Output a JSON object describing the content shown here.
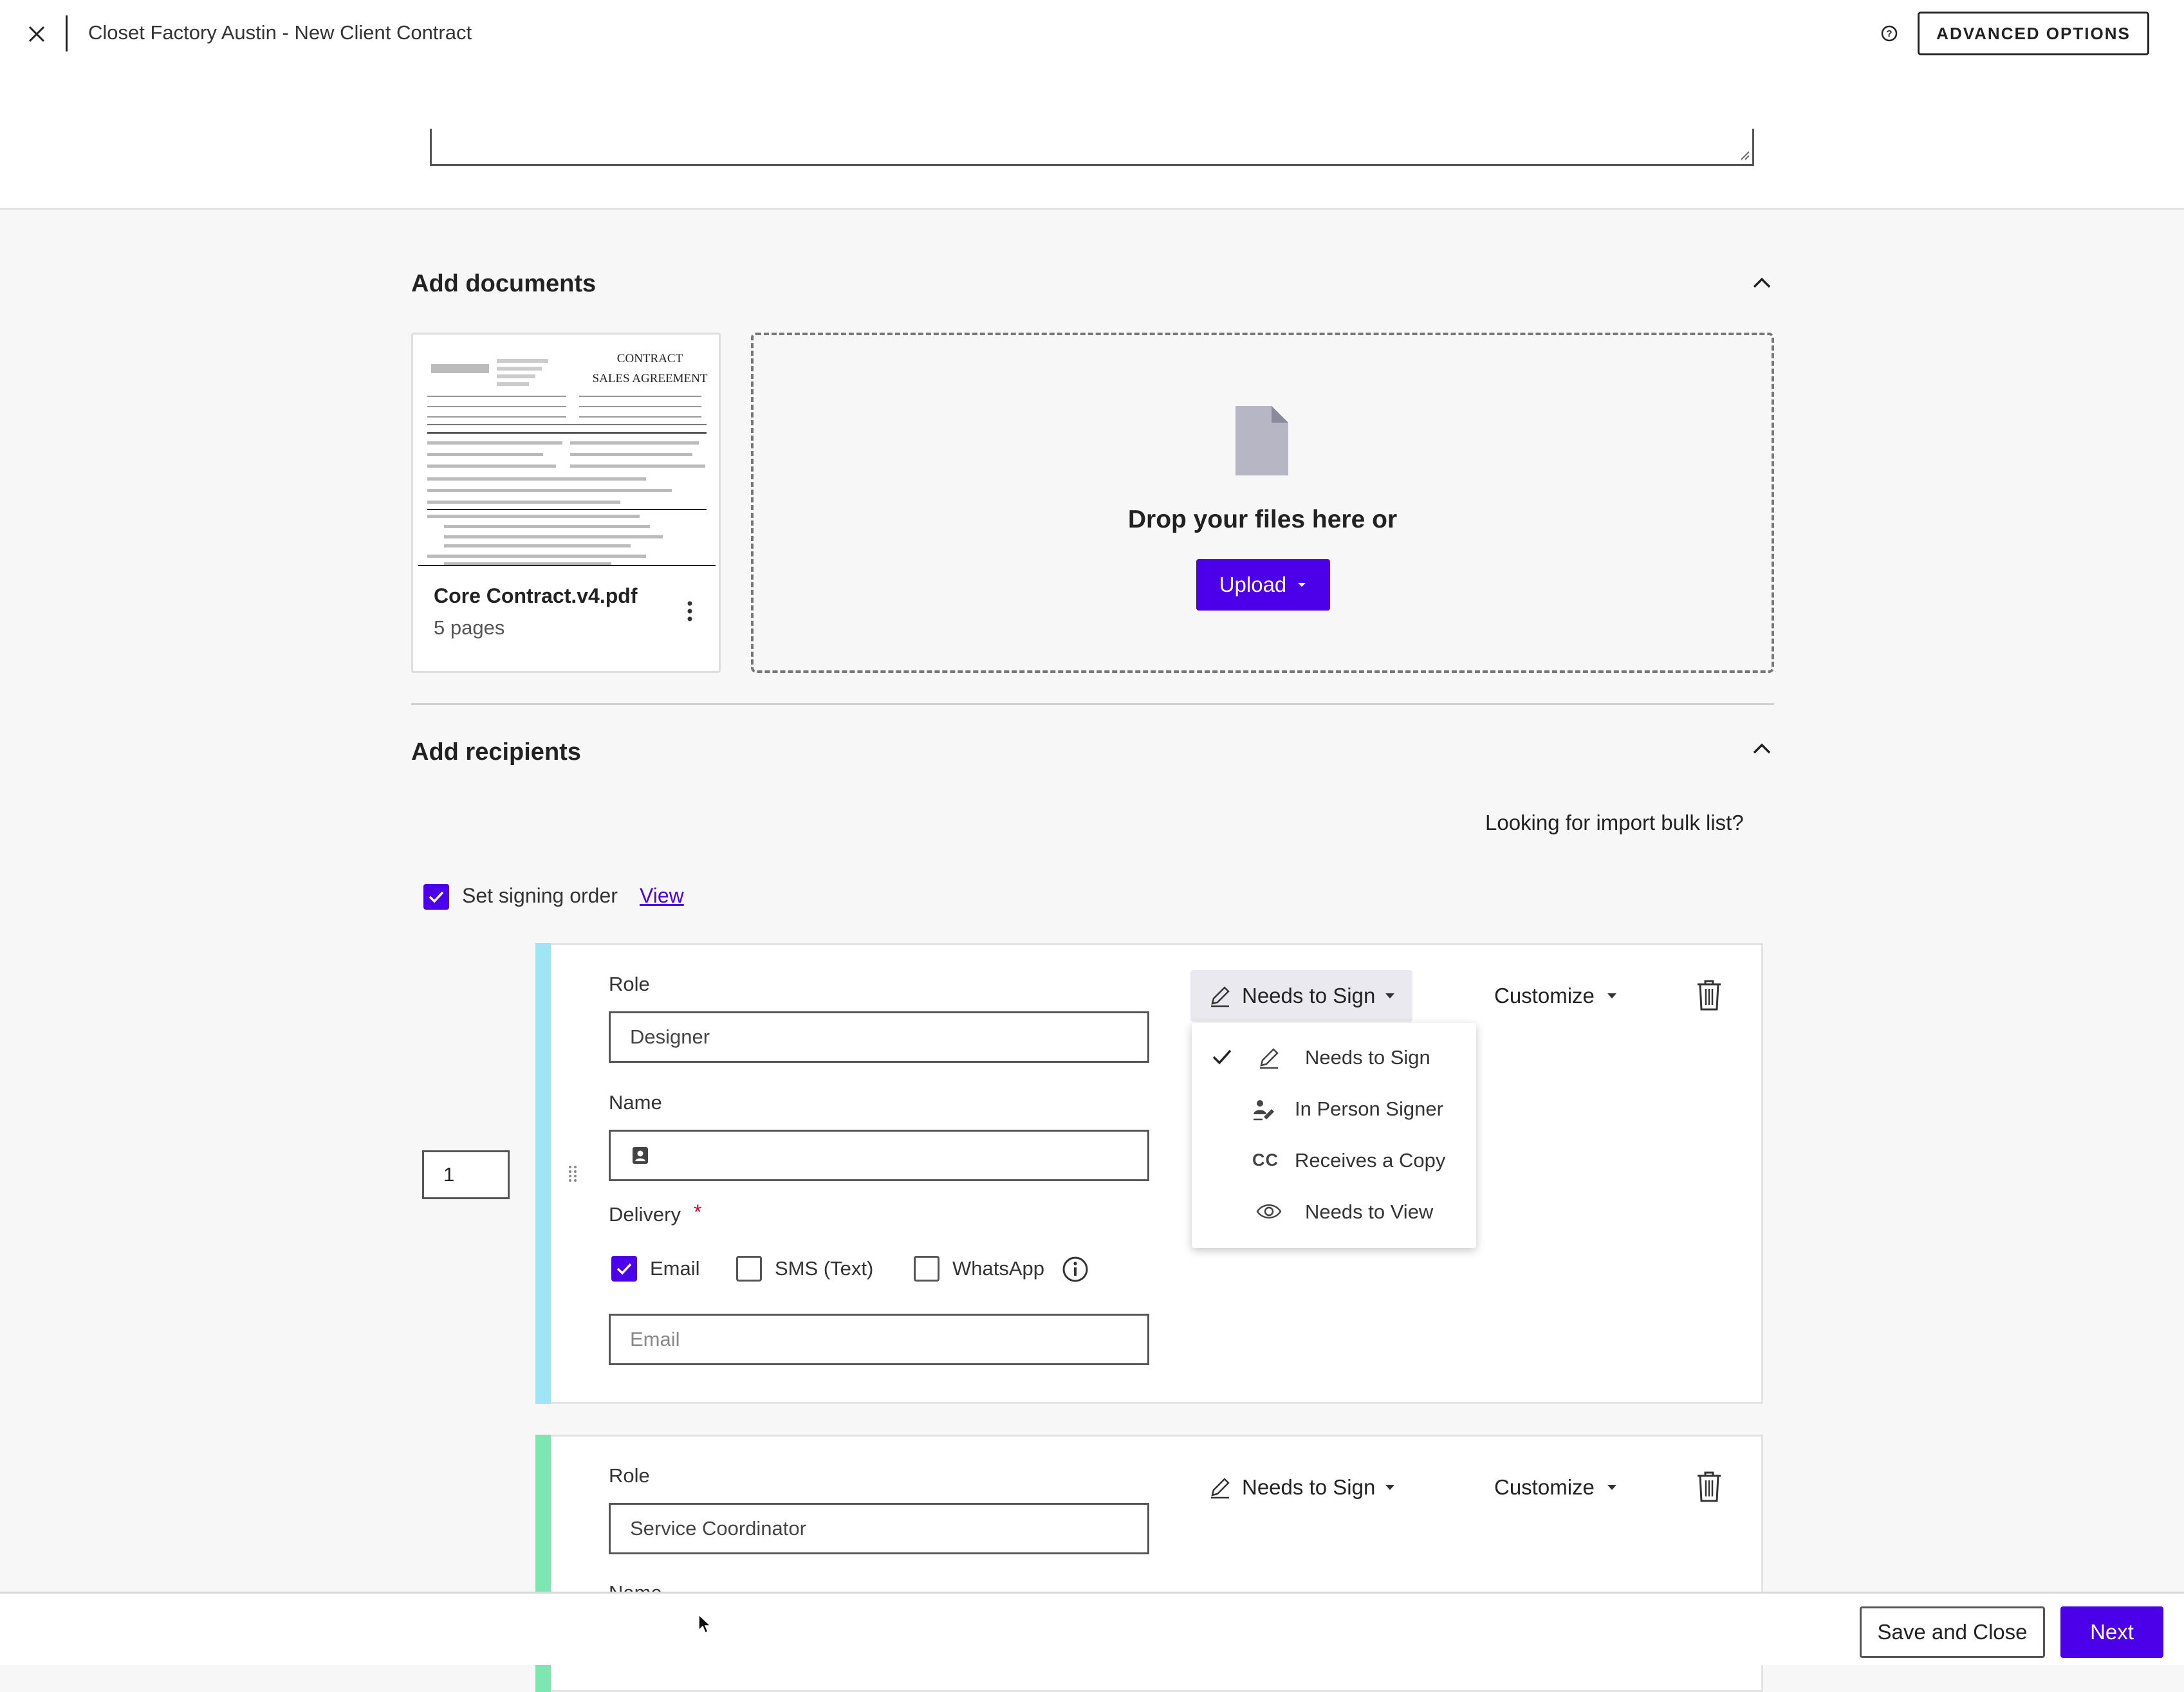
{
  "header": {
    "title": "Closet Factory Austin - New Client Contract",
    "advanced_options_label": "ADVANCED OPTIONS"
  },
  "documents_section": {
    "title": "Add documents",
    "document": {
      "name": "Core Contract.v4.pdf",
      "pages": "5 pages",
      "thumbnail_heading_line1": "CONTRACT",
      "thumbnail_heading_line2": "SALES AGREEMENT"
    },
    "dropzone_text": "Drop your files here or",
    "upload_label": "Upload"
  },
  "recipients_section": {
    "title": "Add recipients",
    "bulk_list_link": "Looking for import bulk list?",
    "signing_order_label": "Set signing order",
    "signing_order_checked": true,
    "view_link": "View",
    "order_value": "1",
    "recipients": [
      {
        "role_label": "Role",
        "role_value": "Designer",
        "name_label": "Name",
        "name_value": "",
        "action_label": "Needs to Sign",
        "customize_label": "Customize",
        "delivery_label": "Delivery",
        "delivery_required": "*",
        "delivery_options": [
          {
            "label": "Email",
            "checked": true
          },
          {
            "label": "SMS (Text)",
            "checked": false
          },
          {
            "label": "WhatsApp",
            "checked": false
          }
        ],
        "email_placeholder": "Email",
        "accent_color": "#9fe5f6"
      },
      {
        "role_label": "Role",
        "role_value": "Service Coordinator",
        "name_label": "Name",
        "action_label": "Needs to Sign",
        "customize_label": "Customize",
        "accent_color": "#7ee6b1"
      }
    ],
    "role_menu": {
      "items": [
        {
          "label": "Needs to Sign",
          "icon": "pen-icon",
          "selected": true
        },
        {
          "label": "In Person Signer",
          "icon": "in-person-signer-icon",
          "selected": false
        },
        {
          "label": "Receives a Copy",
          "icon": "cc-icon",
          "selected": false
        },
        {
          "label": "Needs to View",
          "icon": "eye-icon",
          "selected": false
        }
      ]
    }
  },
  "footer": {
    "save_close_label": "Save and Close",
    "next_label": "Next"
  },
  "colors": {
    "brand": "#4c00ea",
    "required": "#d3002b"
  }
}
